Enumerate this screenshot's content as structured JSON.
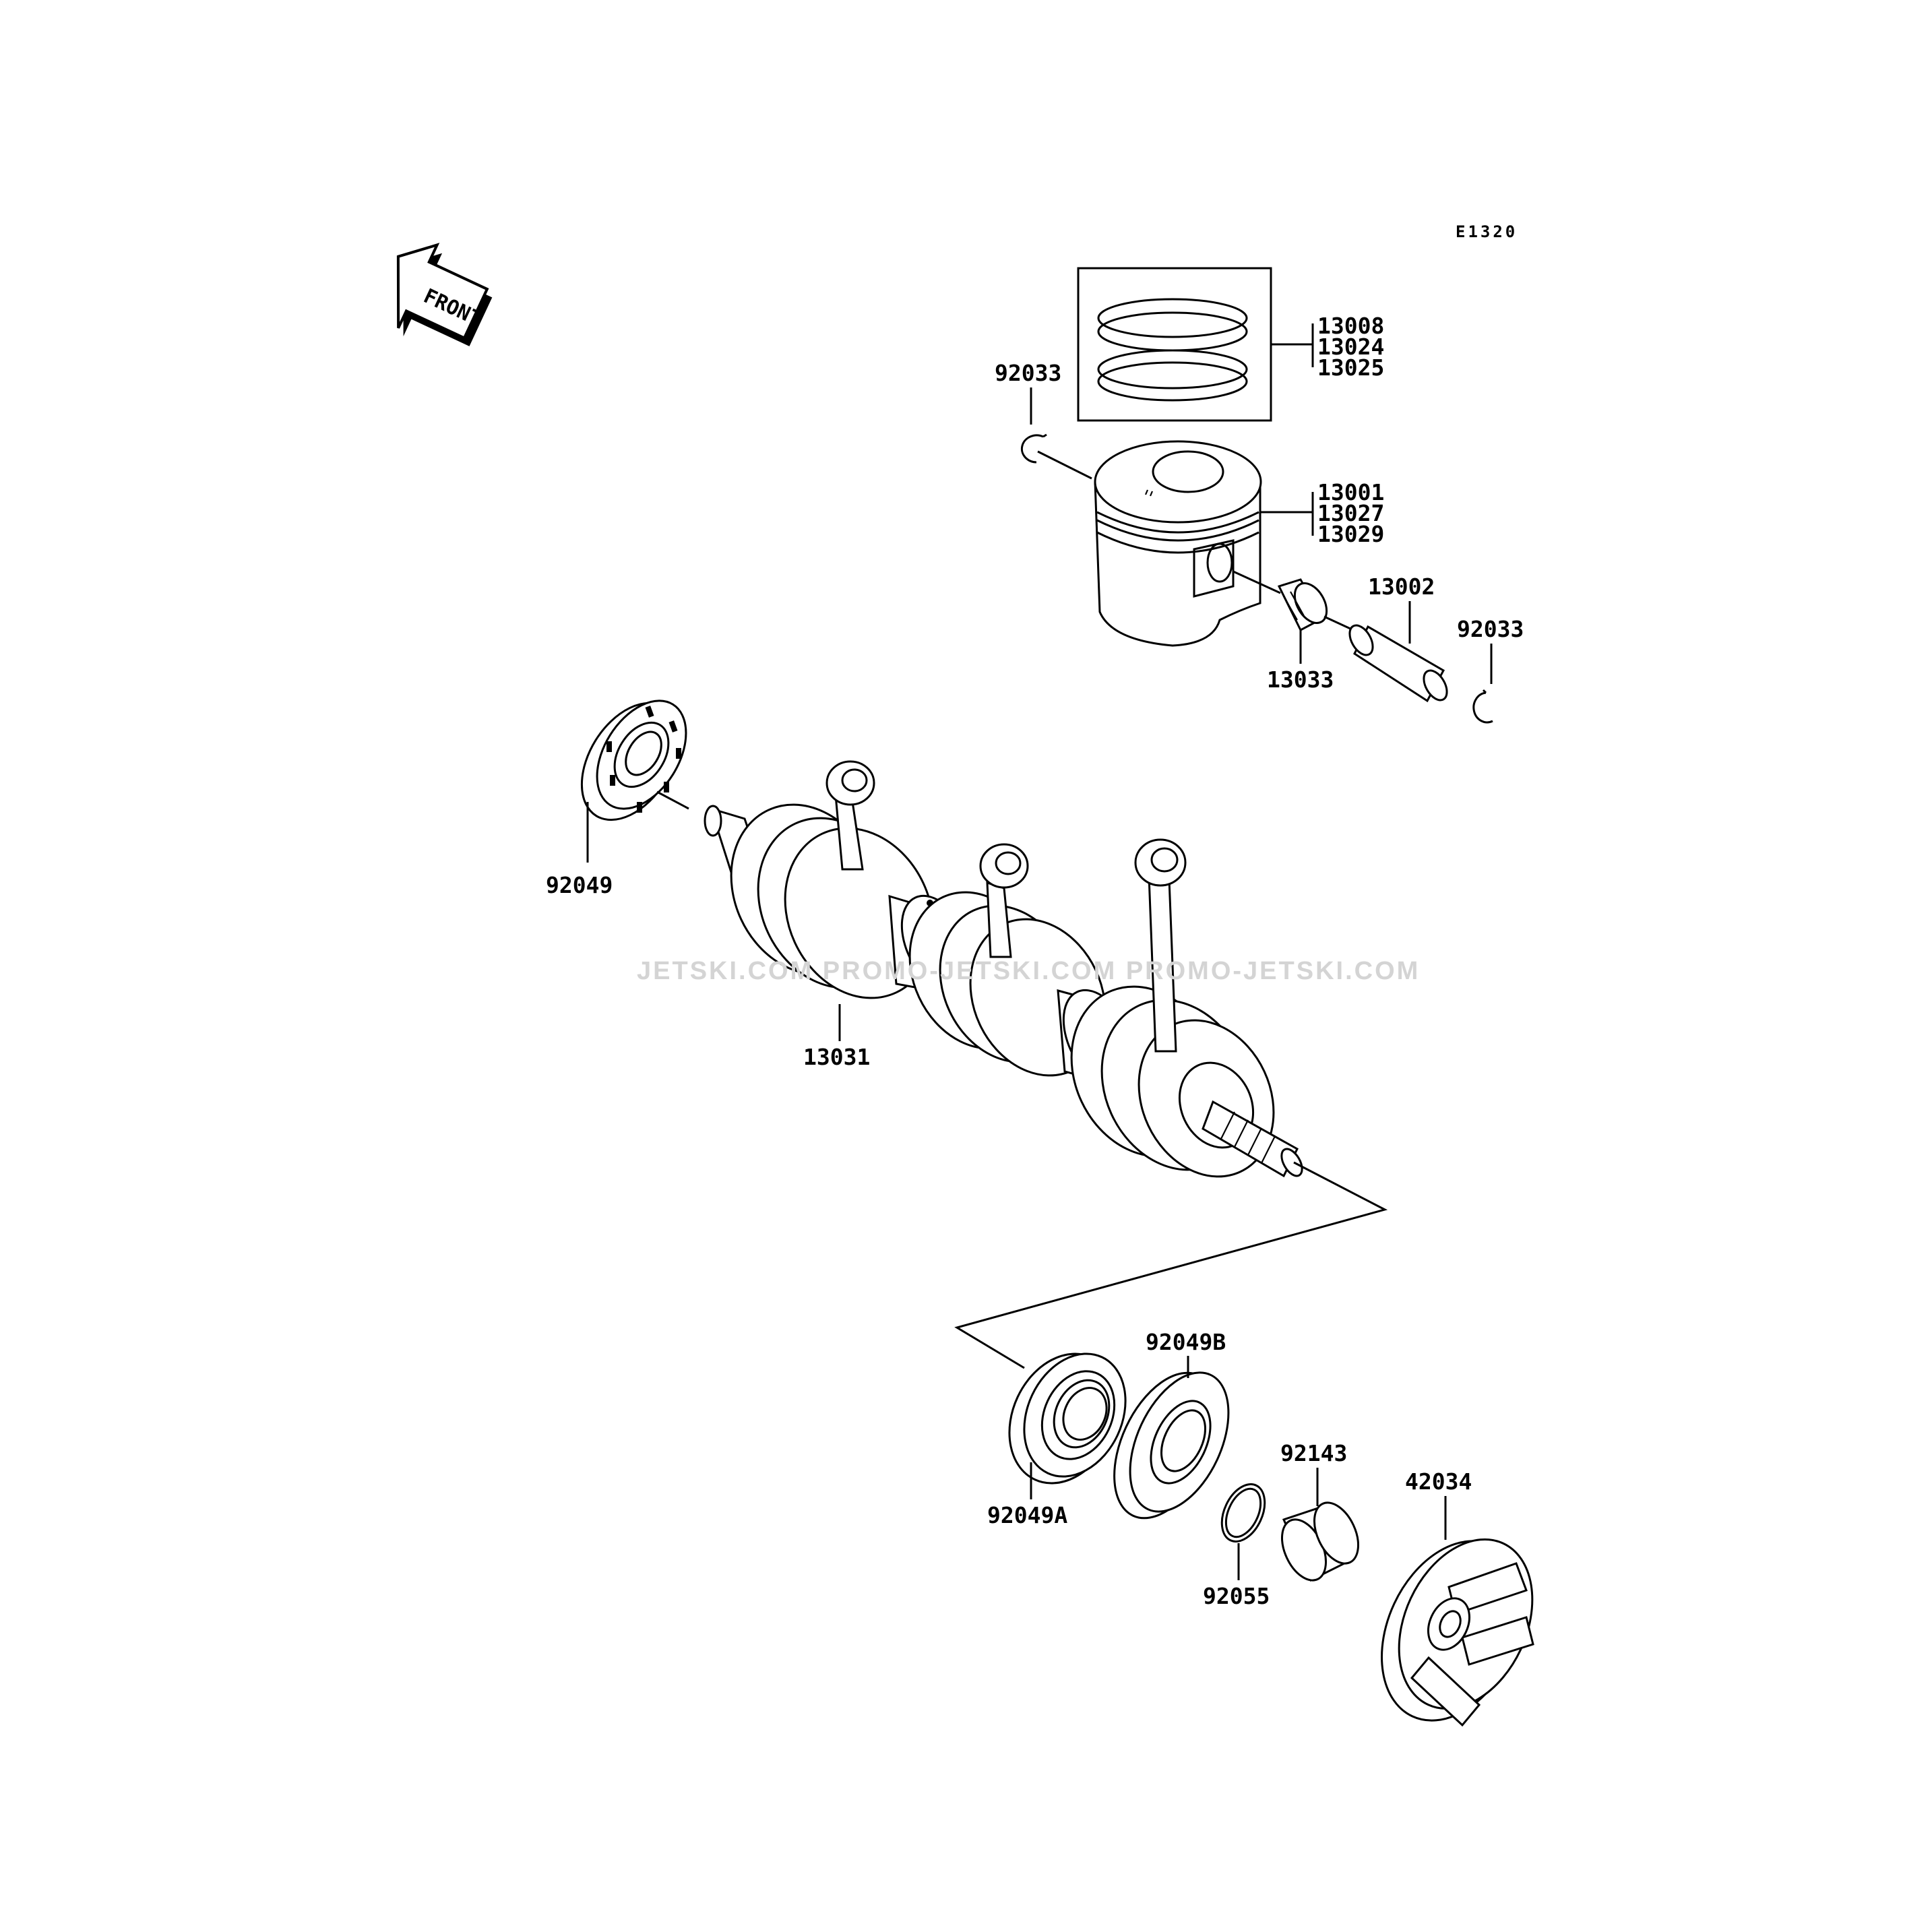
{
  "diagram": {
    "code": "E1320",
    "front_label": "FRONT",
    "watermark": "JETSKI.COM   PROMO-JETSKI.COM   PROMO-JETSKI.COM",
    "labels": {
      "p92033_top": "92033",
      "p13008": "13008",
      "p13024": "13024",
      "p13025": "13025",
      "p13001": "13001",
      "p13027": "13027",
      "p13029": "13029",
      "p13002": "13002",
      "p92033_right": "92033",
      "p13033": "13033",
      "p92049": "92049",
      "p13031": "13031",
      "p92049b": "92049B",
      "p92049a": "92049A",
      "p92143": "92143",
      "p42034": "42034",
      "p92055": "92055"
    }
  }
}
